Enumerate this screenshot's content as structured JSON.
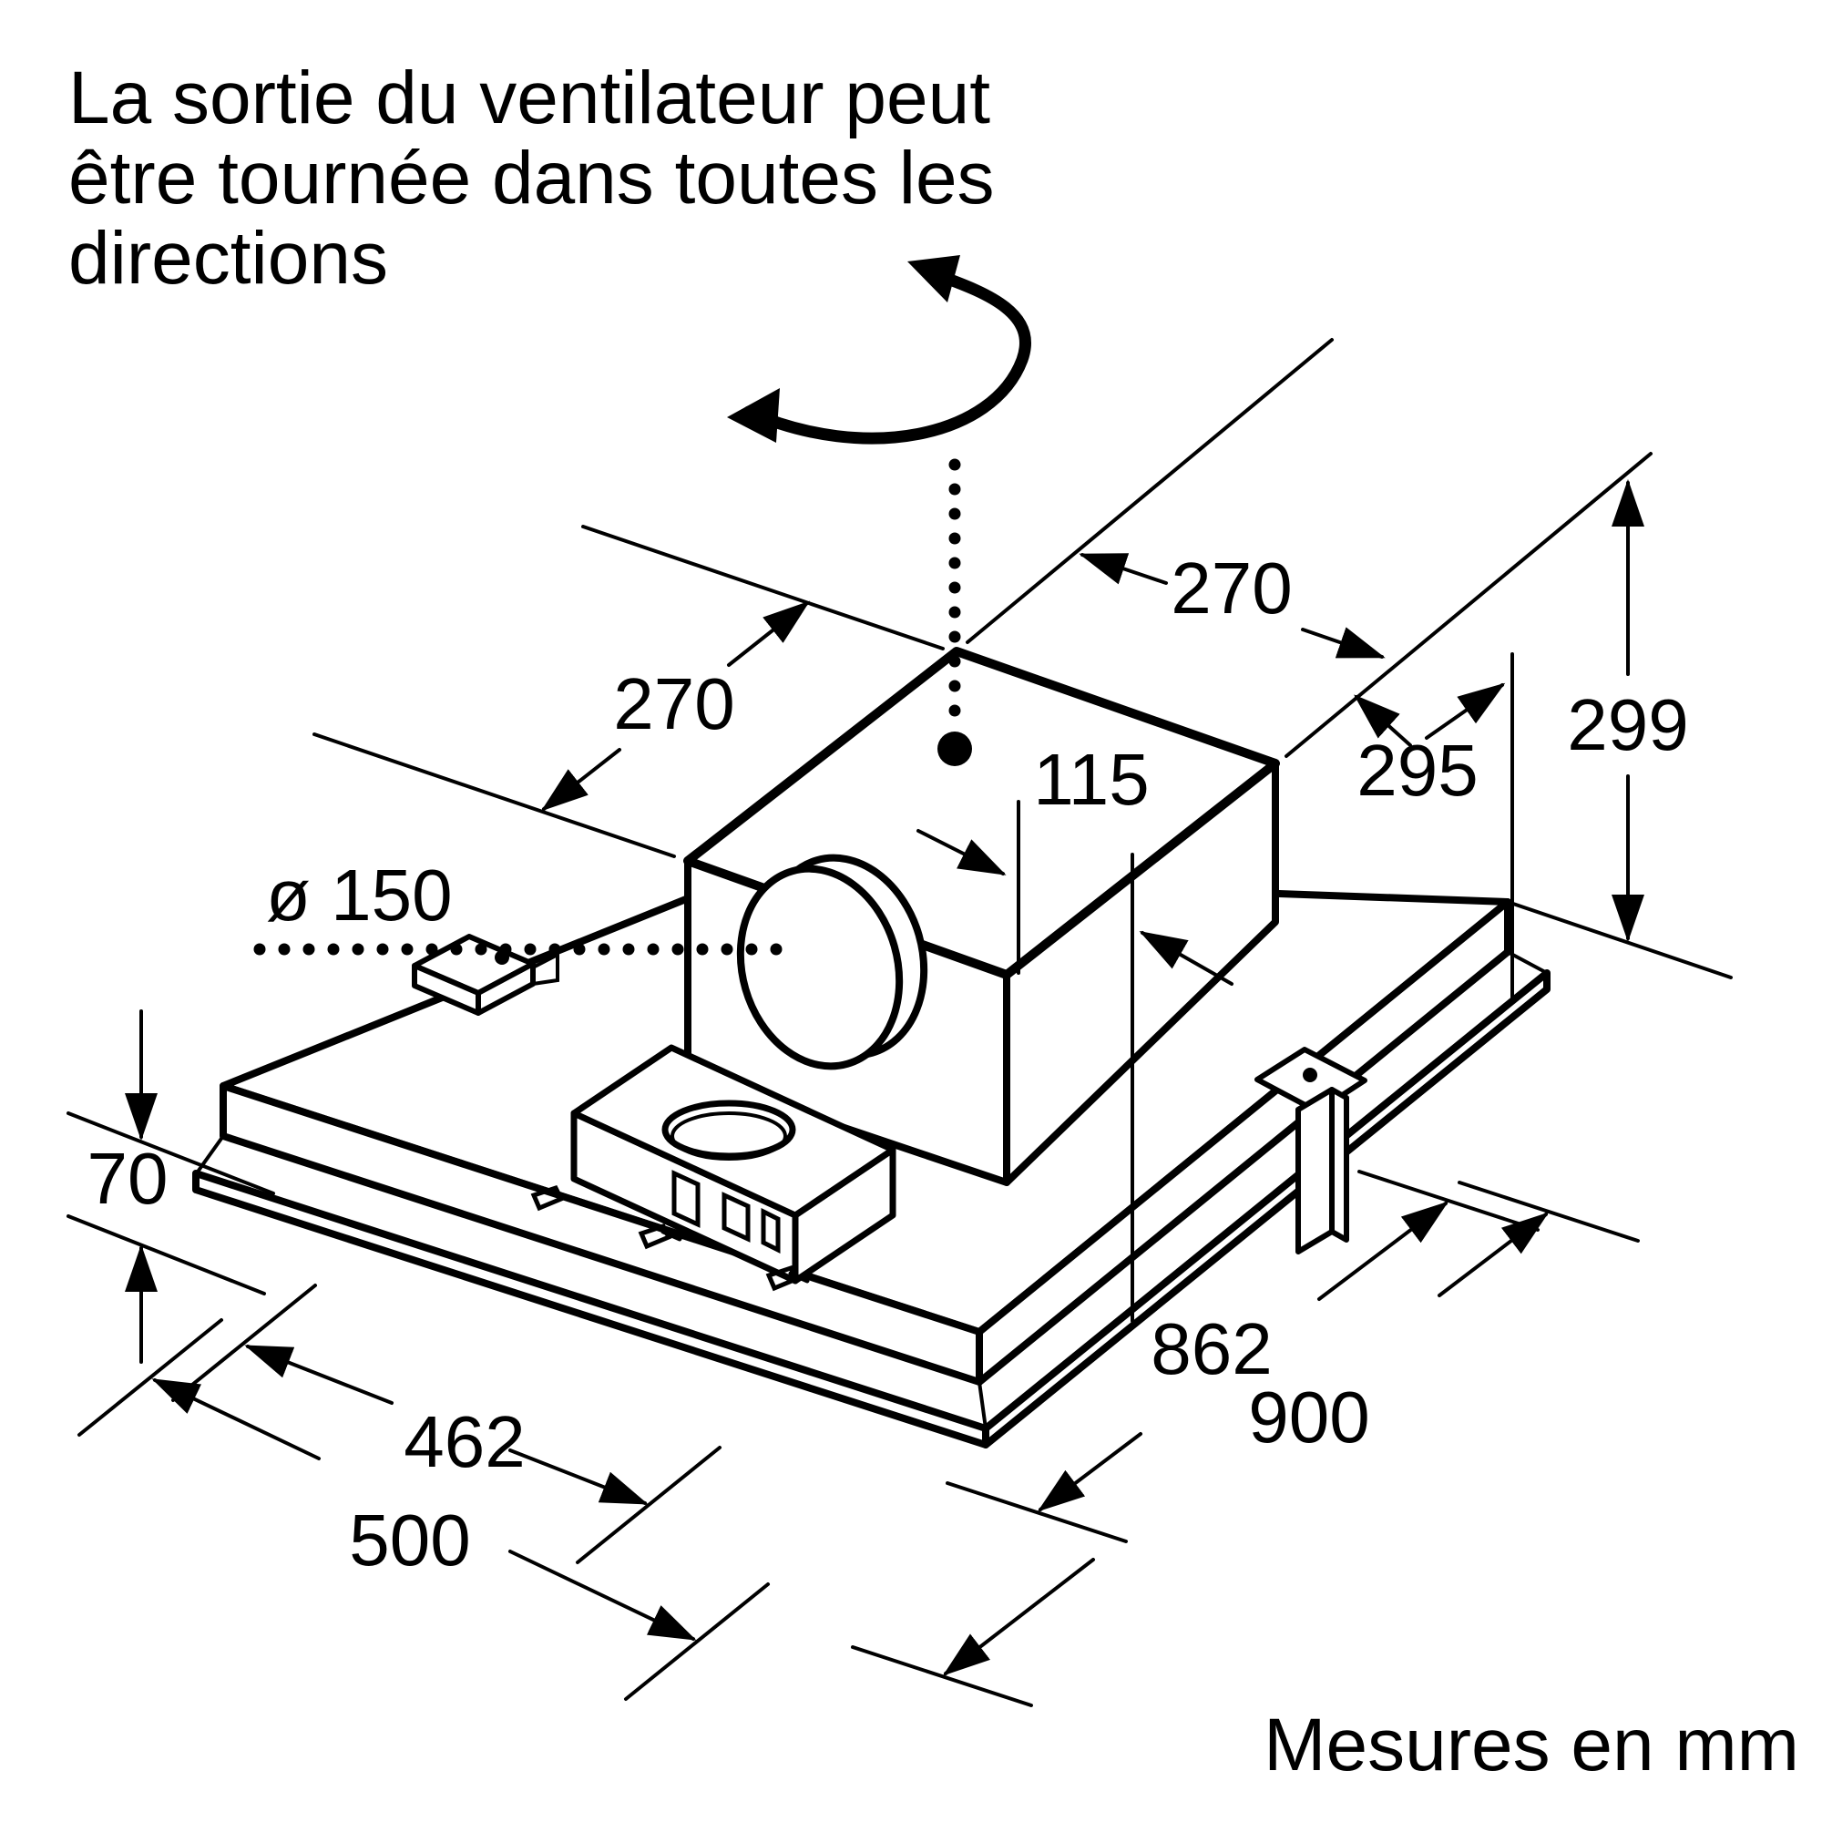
{
  "diagram": {
    "title_lines": [
      "La sortie du ventilateur peut",
      "être tournée dans toutes les",
      "directions"
    ],
    "footer": "Mesures en mm",
    "line_color": "#000000",
    "background": "#ffffff",
    "dimensions": {
      "box_top_edge_left": "270",
      "box_top_edge_right": "270",
      "total_height": "299",
      "right_offset": "295",
      "duct_center_offset": "115",
      "duct_diameter": "ø 150",
      "body_height": "70",
      "inner_length": "862",
      "outer_length": "900",
      "inner_depth": "462",
      "outer_depth": "500"
    }
  }
}
